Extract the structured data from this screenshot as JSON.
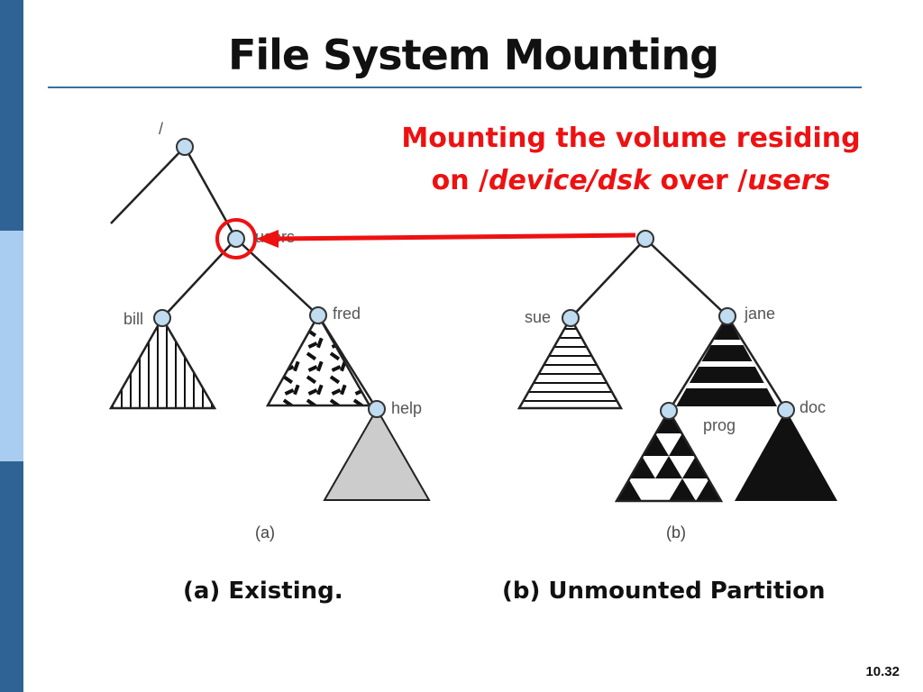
{
  "slide": {
    "title": "File System Mounting",
    "callout_line1": "Mounting the volume residing",
    "callout_line2_prefix": "on /",
    "callout_line2_device": "device",
    "callout_line2_sep": "/",
    "callout_line2_dsk": "dsk",
    "callout_line2_mid": " over /",
    "callout_line2_users": "users",
    "caption_a": "(a) Existing.",
    "caption_b": "(b) Unmounted Partition",
    "slide_number": "10.32"
  },
  "tree_a": {
    "root_label": "/",
    "mount_label": "users",
    "child1": "bill",
    "child2": "fred",
    "child3": "help",
    "sublabel": "(a)"
  },
  "tree_b": {
    "child1": "sue",
    "child2": "jane",
    "child3": "prog",
    "child4": "doc",
    "sublabel": "(b)"
  },
  "colors": {
    "accent_red": "#ee1111",
    "node_fill": "#bfdcf0",
    "sidebar_dark": "#2f6396",
    "sidebar_light": "#a9cdf0"
  }
}
